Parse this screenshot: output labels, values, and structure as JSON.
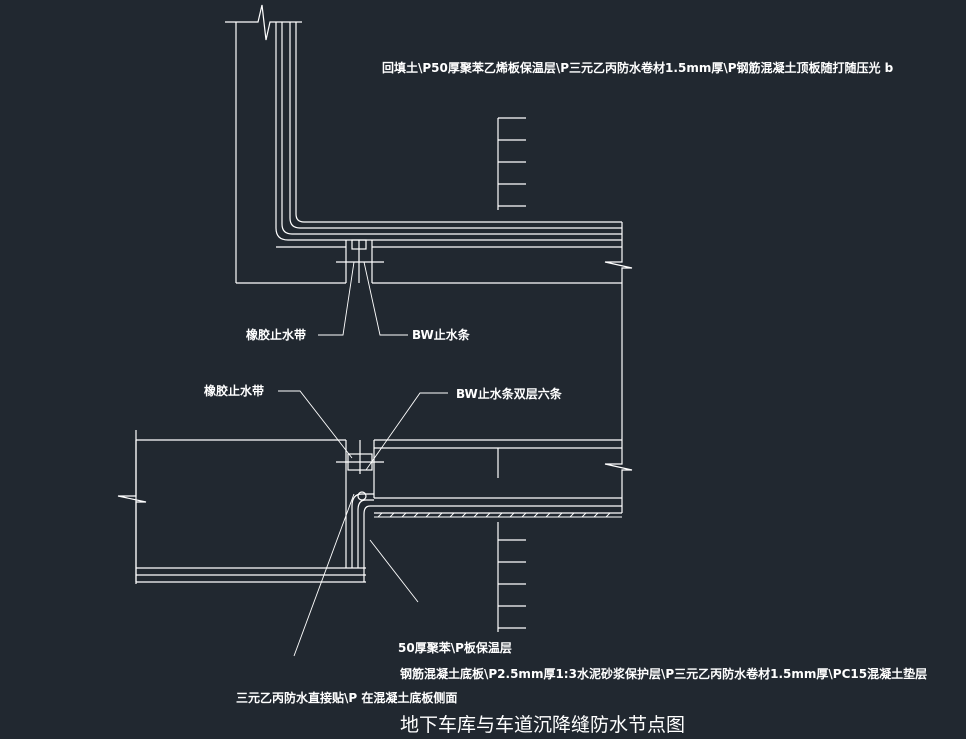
{
  "drawing": {
    "title": "地下车库与车道沉降缝防水节点图",
    "labels": {
      "top_layers": "回填土\\P50厚聚苯乙烯板保温层\\P三元乙丙防水卷材1.5mm厚\\P钢筋混凝土顶板随打随压光 b",
      "rubber_waterstop_upper": "橡胶止水带",
      "bw_strip_upper": "BW止水条",
      "rubber_waterstop_lower": "橡胶止水带",
      "bw_strip_double": "BW止水条双层六条",
      "eps_board": "50厚聚苯\\P板保温层",
      "bottom_layers": "钢筋混凝土底板\\P2.5mm厚1:3水泥砂浆保护层\\P三元乙丙防水卷材1.5mm厚\\PC15混凝土垫层",
      "epdm_side": "三元乙丙防水直接贴\\P 在混凝土底板侧面"
    },
    "colors": {
      "background": "#212830",
      "line": "#ffffff"
    }
  }
}
